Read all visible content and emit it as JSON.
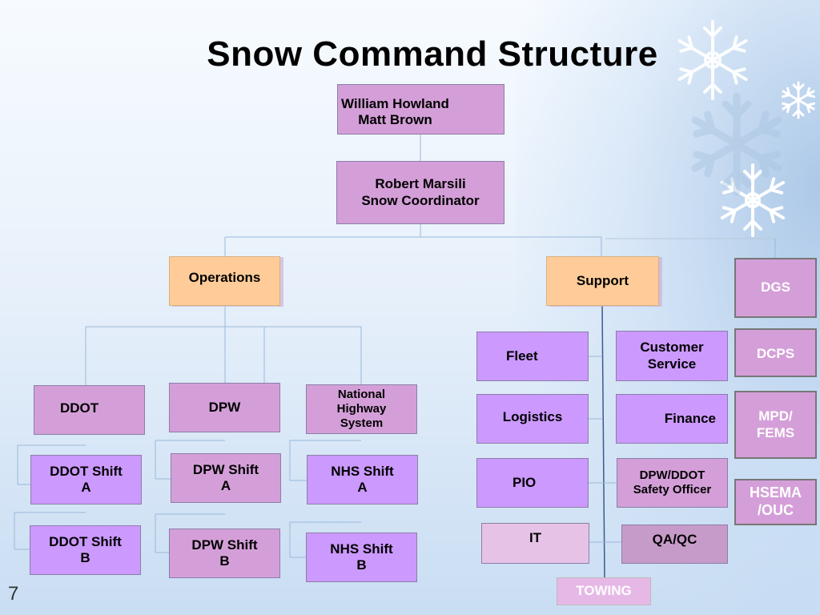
{
  "title": "Snow Command Structure",
  "slide_number": "7",
  "nodes": {
    "top": "William Howland\nMatt Brown",
    "coordinator": "Robert Marsili\nSnow Coordinator",
    "operations": "Operations",
    "support": "Support",
    "ddot": "DDOT",
    "dpw": "DPW",
    "nhs": "National\nHighway\nSystem",
    "ddot_shift_a": "DDOT Shift\nA",
    "ddot_shift_b": "DDOT Shift\nB",
    "dpw_shift_a": "DPW Shift\nA",
    "dpw_shift_b": "DPW Shift\nB",
    "nhs_shift_a": "NHS Shift\nA",
    "nhs_shift_b": "NHS Shift\nB",
    "fleet": "Fleet",
    "logistics": "Logistics",
    "pio": "PIO",
    "it": "IT",
    "customer_service": "Customer\nService",
    "finance": "Finance",
    "safety_officer": "DPW/DDOT\nSafety Officer",
    "qa_qc": "QA/QC",
    "towing": "TOWING",
    "dgs": "DGS",
    "dcps": "DCPS",
    "mpd_fems": "MPD/\nFEMS",
    "hsema_ouc": "HSEMA\n/OUC"
  },
  "colors": {
    "mauve": "#d49fd8",
    "lavender": "#cc99ff",
    "orange": "#ffcc99",
    "connector": "#9bb8d8"
  }
}
